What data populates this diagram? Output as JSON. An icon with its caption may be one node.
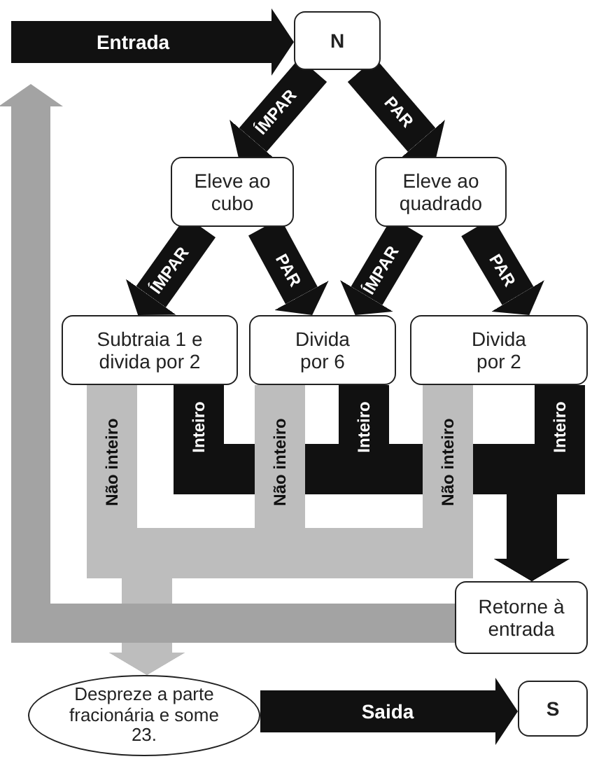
{
  "diagram": {
    "nodes": [
      {
        "text": [
          "N"
        ]
      },
      {
        "text": [
          "Eleve ao cubo"
        ]
      },
      {
        "text": [
          "Eleve ao quadrado"
        ]
      },
      {
        "text": [
          "Subtraia 1 e divida por 2"
        ]
      },
      {
        "text": [
          "Divida por 6"
        ]
      },
      {
        "text": [
          "Divida por 2"
        ]
      },
      {
        "text": [
          "Retorne à entrada"
        ]
      },
      {
        "text": [
          "Despreze a parte fracionária e some 23."
        ]
      },
      {
        "text": [
          "S"
        ]
      }
    ],
    "edges": [
      {
        "from": null,
        "to": 0,
        "arrow": "to",
        "label": "Entrada"
      },
      {
        "from": 0,
        "to": 1,
        "arrow": "to",
        "label": "ÍMPAR"
      },
      {
        "from": 0,
        "to": 2,
        "arrow": "to",
        "label": "PAR"
      },
      {
        "from": 1,
        "to": 3,
        "arrow": "to",
        "label": "ÍMPAR"
      },
      {
        "from": 1,
        "to": 4,
        "arrow": "to",
        "label": "PAR"
      },
      {
        "from": 2,
        "to": 4,
        "arrow": "to",
        "label": "ÍMPAR"
      },
      {
        "from": 2,
        "to": 5,
        "arrow": "to",
        "label": "PAR"
      },
      {
        "from": 3,
        "to": 6,
        "arrow": "to",
        "label": "Inteiro"
      },
      {
        "from": 4,
        "to": 6,
        "arrow": "to",
        "label": "Inteiro"
      },
      {
        "from": 5,
        "to": 6,
        "arrow": "to",
        "label": "Inteiro"
      },
      {
        "from": 3,
        "to": 7,
        "arrow": "to",
        "label": "Não inteiro",
        "color": "#bdbdbd"
      },
      {
        "from": 4,
        "to": 7,
        "arrow": "to",
        "label": "Não inteiro",
        "color": "#bdbdbd"
      },
      {
        "from": 5,
        "to": 7,
        "arrow": "to",
        "label": "Não inteiro",
        "color": "#bdbdbd"
      },
      {
        "from": 6,
        "to": null,
        "arrow": "to",
        "color": "#a3a3a3"
      },
      {
        "from": 7,
        "to": 8,
        "arrow": "to",
        "label": "Saida"
      }
    ]
  }
}
